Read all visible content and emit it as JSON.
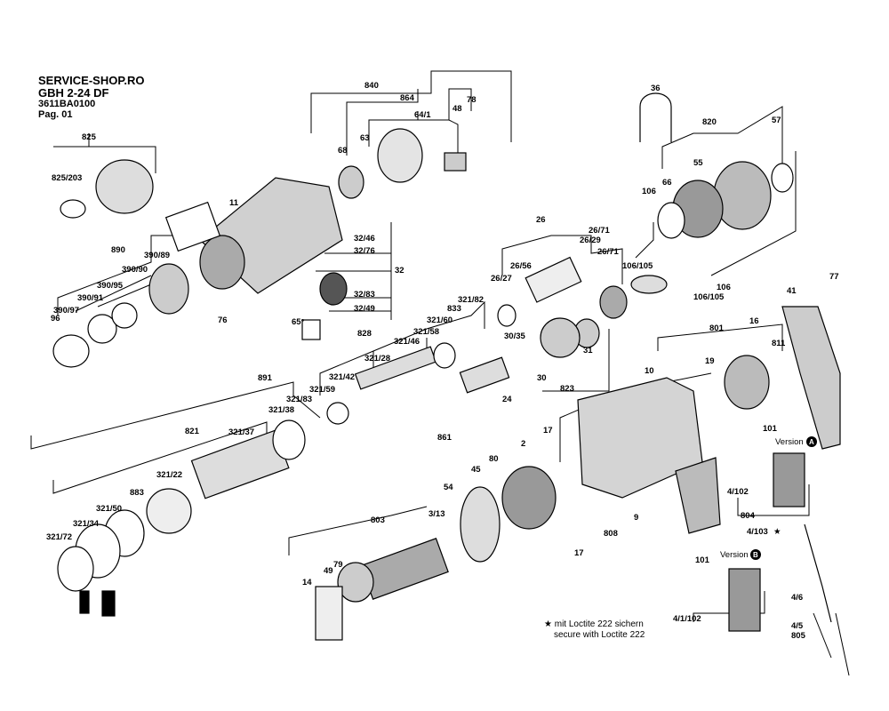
{
  "header": {
    "shop": "SERVICE-SHOP.RO",
    "model": "GBH 2-24 DF",
    "code": "3611BA0100",
    "page": "Pag. 01"
  },
  "parts": {
    "p840": "840",
    "p864": "864",
    "p78": "78",
    "p48": "48",
    "p64_1": "64/1",
    "p63": "63",
    "p68": "68",
    "p825": "825",
    "p825_203": "825/203",
    "p11": "11",
    "p890": "890",
    "p390_89": "390/89",
    "p390_90": "390/90",
    "p390_95": "390/95",
    "p390_91": "390/91",
    "p390_97": "390/97",
    "p96": "96",
    "p76": "76",
    "p32_46": "32/46",
    "p32_76": "32/76",
    "p32": "32",
    "p32_83": "32/83",
    "p32_49": "32/49",
    "angle": "65°",
    "p36": "36",
    "p820": "820",
    "p57": "57",
    "p55": "55",
    "p66": "66",
    "p106": "106",
    "p106_105": "106/105",
    "p106b": "106",
    "p106_105b": "106/105",
    "p77": "77",
    "p41": "41",
    "p26": "26",
    "p26_71": "26/71",
    "p26_29": "26/29",
    "p26_71b": "26/71",
    "p26_56": "26/56",
    "p26_27": "26/27",
    "p828": "828",
    "p321_82": "321/82",
    "p833": "833",
    "p321_60": "321/60",
    "p321_58": "321/58",
    "p321_46": "321/46",
    "p321_28": "321/28",
    "p321_42": "321/42",
    "p321_59": "321/59",
    "p30_35": "30/35",
    "p31": "31",
    "p30": "30",
    "p823": "823",
    "p24": "24",
    "p861": "861",
    "p891": "891",
    "p321_83": "321/83",
    "p321_38": "321/38",
    "p821": "821",
    "p321_37": "321/37",
    "p321_22": "321/22",
    "p883": "883",
    "p321_50": "321/50",
    "p321_34": "321/34",
    "p321_72": "321/72",
    "p801": "801",
    "p16": "16",
    "p811": "811",
    "p10": "10",
    "p19": "19",
    "p101": "101",
    "version_a": "Version",
    "version_a_badge": "A",
    "p4_102": "4/102",
    "p804": "804",
    "p4_103": "4/103",
    "p17": "17",
    "p2": "2",
    "p80": "80",
    "p45": "45",
    "p54": "54",
    "p9": "9",
    "p808": "808",
    "p17b": "17",
    "p803": "803",
    "p3_13": "3/13",
    "p79": "79",
    "p49": "49",
    "p14": "14",
    "p101b": "101",
    "version_b": "Version",
    "version_b_badge": "B",
    "p4_1_102": "4/1/102",
    "p4_6": "4/6",
    "p4_5": "4/5",
    "p805": "805"
  },
  "note": {
    "star": "★",
    "line1": "mit Loctite 222 sichern",
    "line2": "secure with Loctite 222"
  }
}
